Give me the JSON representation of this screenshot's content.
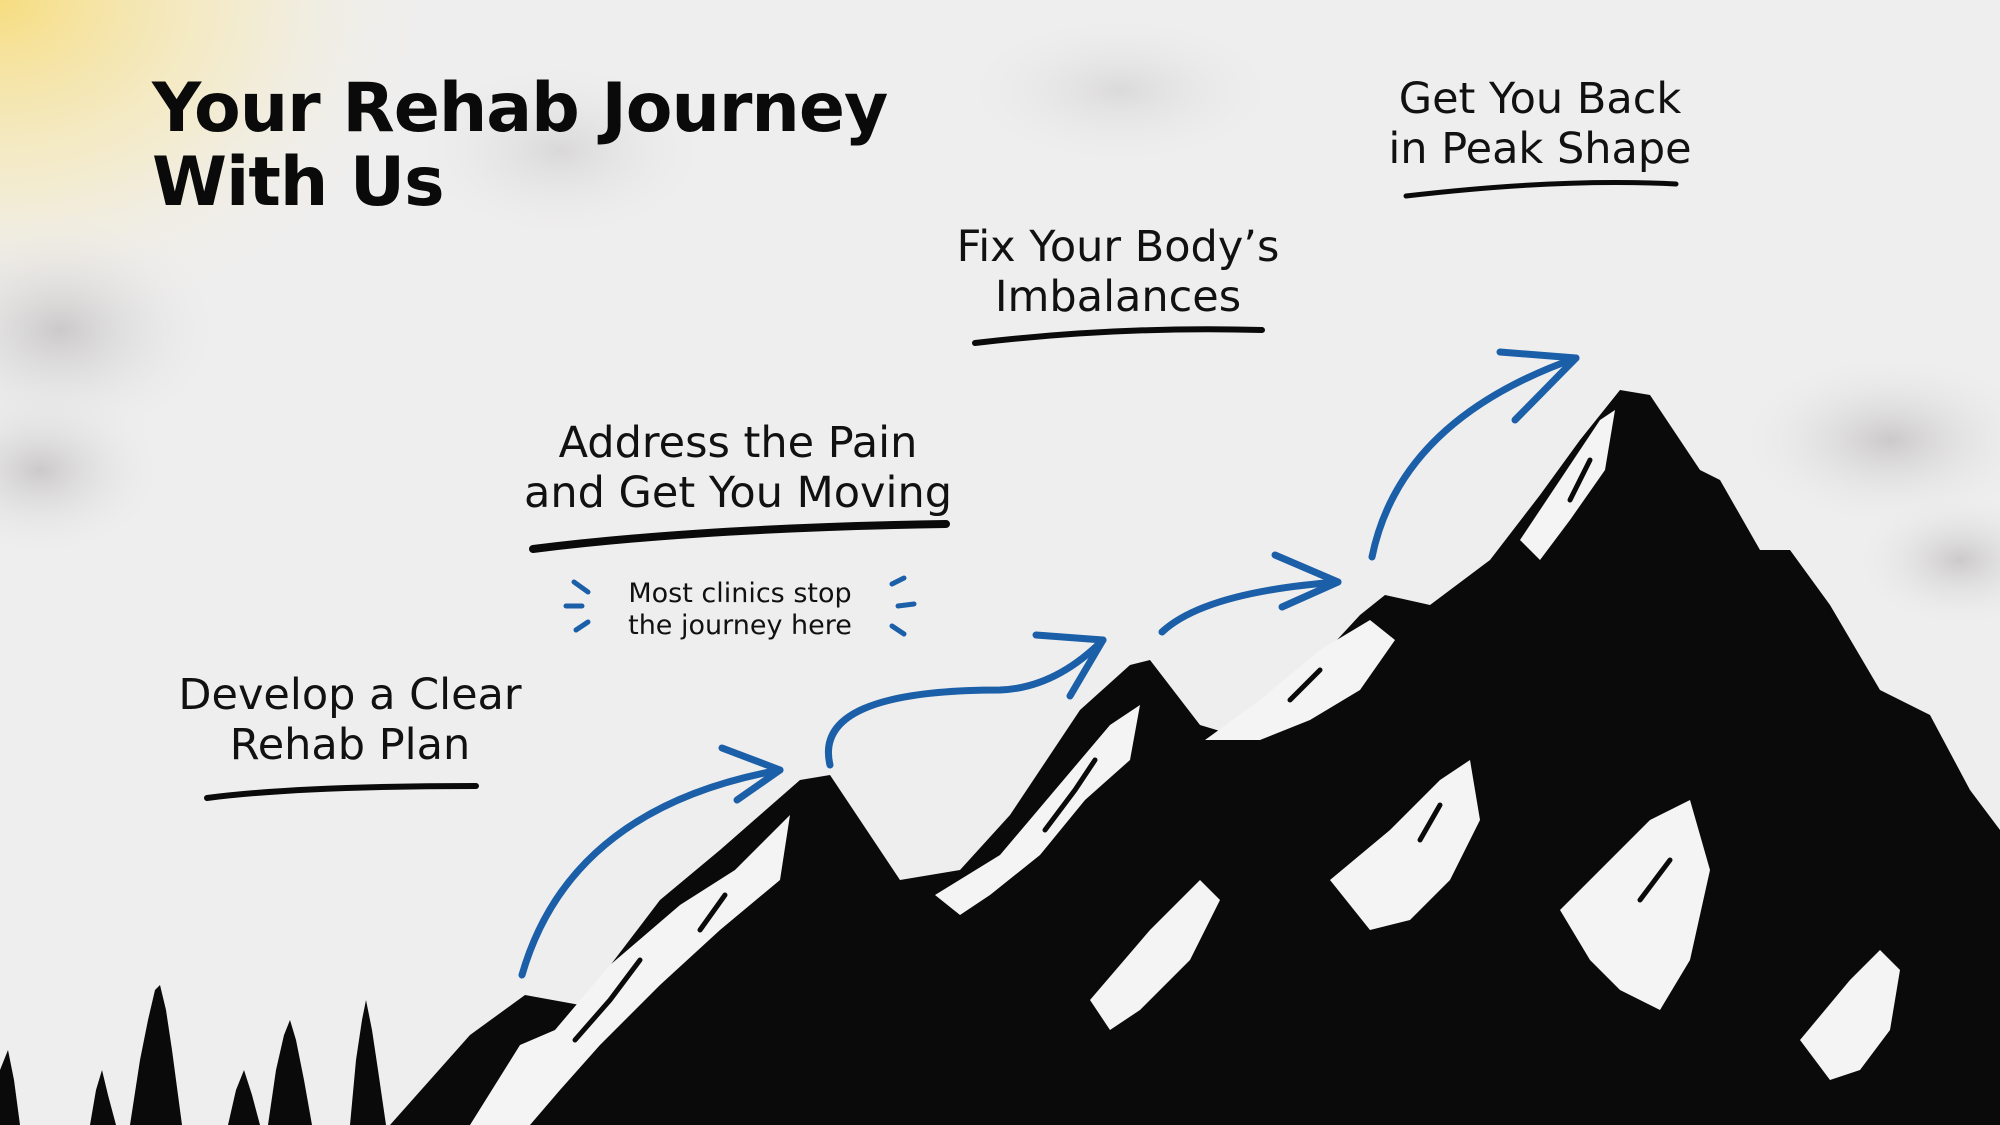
{
  "title": {
    "line1": "Your Rehab Journey",
    "line2": "With Us"
  },
  "steps": [
    {
      "line1": "Develop a Clear",
      "line2": "Rehab Plan"
    },
    {
      "line1": "Address the Pain",
      "line2": "and Get You Moving"
    },
    {
      "line1": "Fix Your Body’s",
      "line2": "Imbalances"
    },
    {
      "line1": "Get You Back",
      "line2": "in Peak Shape"
    }
  ],
  "note": {
    "line1": "Most clinics stop",
    "line2": "the journey here"
  },
  "colors": {
    "background": "#efeeee",
    "arrow": "#1a5fa8",
    "mountain": "#0a0a0a",
    "sun": "#f7dc7a",
    "text": "#111111"
  },
  "icons": [
    "sun-glow",
    "clouds",
    "mountain-range",
    "pine-trees",
    "arrow",
    "emphasis-burst-icon"
  ]
}
